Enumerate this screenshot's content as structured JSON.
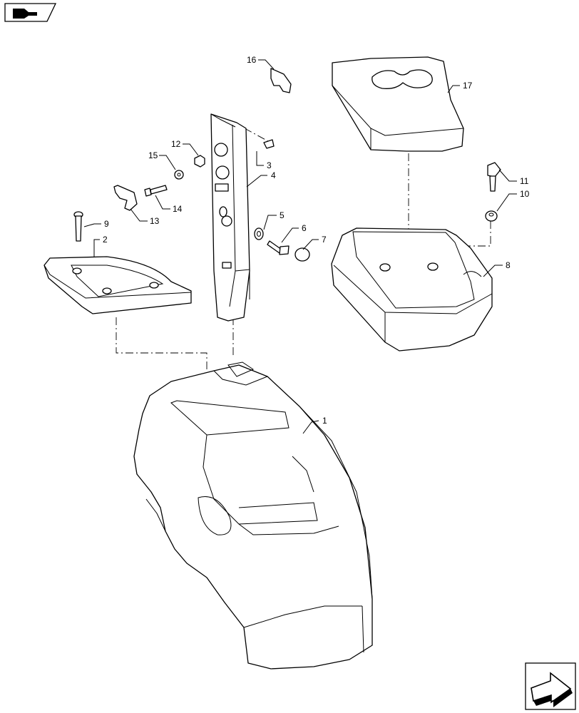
{
  "callouts": {
    "p1": "1",
    "p2": "2",
    "p3": "3",
    "p4": "4",
    "p5": "5",
    "p6": "6",
    "p7": "7",
    "p8": "8",
    "p9": "9",
    "p10": "10",
    "p11": "11",
    "p12": "12",
    "p13": "13",
    "p14": "14",
    "p15": "15",
    "p16": "16",
    "p17": "17"
  },
  "icons": {
    "top_left": "book-arrow-icon",
    "bottom_right": "next-page-arrow-icon"
  }
}
